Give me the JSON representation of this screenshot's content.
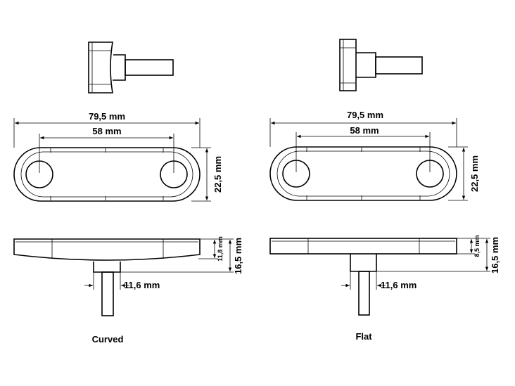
{
  "variants": [
    {
      "caption": "Curved",
      "overall_length_label": "79,5 mm",
      "hole_spacing_label": "58 mm",
      "width_label": "22,5 mm",
      "body_height_label": "11,8 mm",
      "total_height_label": "16,5 mm",
      "stem_width_label": "11,6 mm"
    },
    {
      "caption": "Flat",
      "overall_length_label": "79,5 mm",
      "hole_spacing_label": "58 mm",
      "width_label": "22,5 mm",
      "body_height_label": "8,5 mm",
      "total_height_label": "16,5 mm",
      "stem_width_label": "11,6 mm"
    }
  ]
}
